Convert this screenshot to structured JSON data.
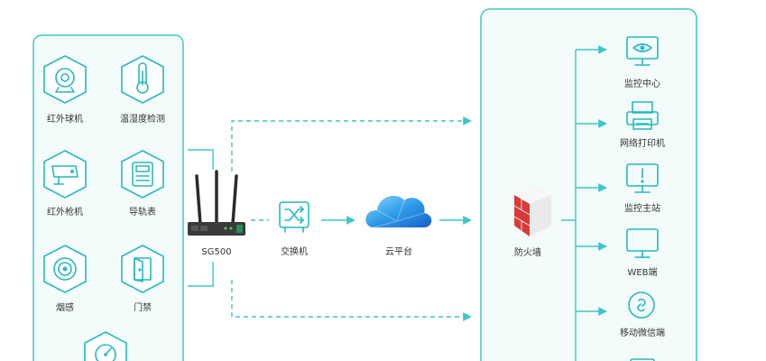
{
  "colors": {
    "accent": "#3ec6c6",
    "icon": "#26b9bd",
    "panel_fill": "#f3fbfb",
    "text": "#333333"
  },
  "sensors": [
    {
      "label": "红外球机",
      "icon": "dome-camera-icon"
    },
    {
      "label": "温湿度检测",
      "icon": "thermometer-icon"
    },
    {
      "label": "红外枪机",
      "icon": "bullet-camera-icon"
    },
    {
      "label": "导轨表",
      "icon": "meter-icon"
    },
    {
      "label": "烟感",
      "icon": "smoke-detector-icon"
    },
    {
      "label": "门禁",
      "icon": "door-access-icon"
    }
  ],
  "flow": {
    "gateway": "SG500",
    "switch": "交换机",
    "cloud": "云平台",
    "firewall": "防火墙"
  },
  "outputs": [
    {
      "label": "监控中心",
      "icon": "monitor-eye-icon"
    },
    {
      "label": "网络打印机",
      "icon": "printer-icon"
    },
    {
      "label": "监控主站",
      "icon": "monitor-alert-icon"
    },
    {
      "label": "WEB端",
      "icon": "monitor-icon"
    },
    {
      "label": "移动微信端",
      "icon": "wechat-link-icon"
    }
  ]
}
